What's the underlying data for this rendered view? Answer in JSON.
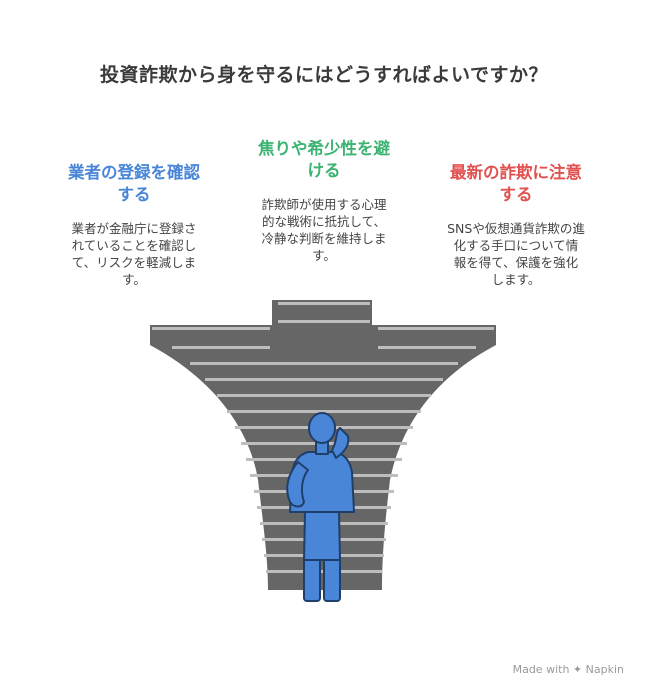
{
  "title": "投資詐欺から身を守るにはどうすればよいですか？",
  "columns": [
    {
      "heading_line1": "業者の登録を確認",
      "heading_line2": "する",
      "body_lines": [
        "業者が金融庁に登録さ",
        "れていることを確認し",
        "て、リスクを軽減しま",
        "す。"
      ],
      "color": "#4a86d8"
    },
    {
      "heading_line1": "焦りや希少性を避",
      "heading_line2": "ける",
      "body_lines": [
        "詐欺師が使用する心理",
        "的な戦術に抵抗して、",
        "冷静な判断を維持しま",
        "す。"
      ],
      "color": "#3cb371"
    },
    {
      "heading_line1": "最新の詐欺に注意",
      "heading_line2": "する",
      "body_lines": [
        "SNSや仮想通貨詐欺の進",
        "化する手口について情",
        "報を得て、保護を強化",
        "します。"
      ],
      "color": "#e0514f"
    }
  ],
  "illustration": {
    "icon": "person-thinking-before-staircase-icon",
    "stair_color": "#666666",
    "person_color": "#4a86d8"
  },
  "credit": {
    "text": "Made with",
    "brand": "Napkin"
  }
}
